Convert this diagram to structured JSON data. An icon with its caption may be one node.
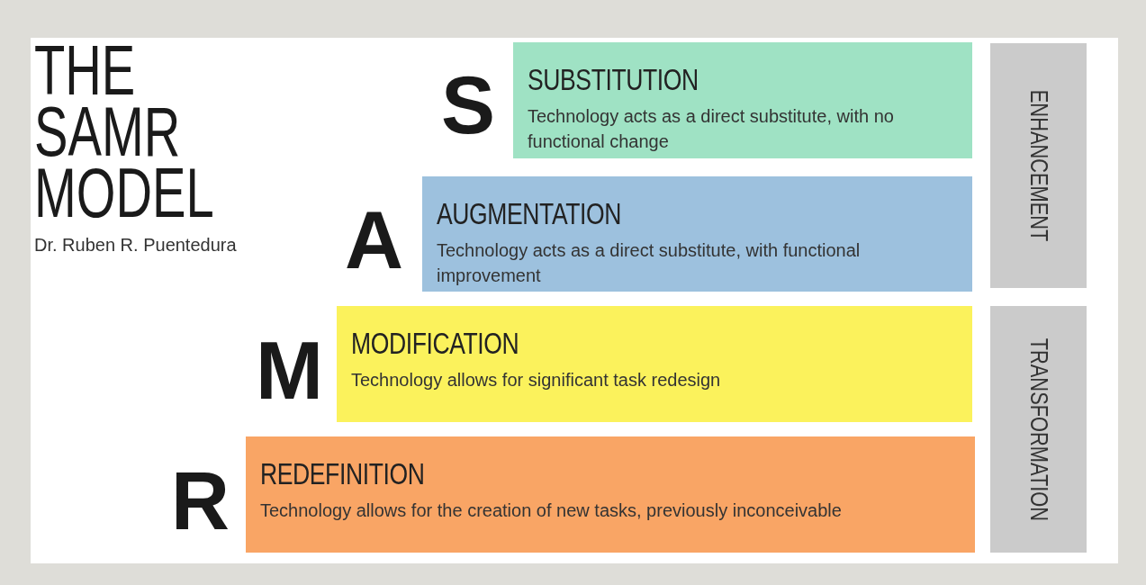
{
  "diagram": {
    "title": "THE SAMR MODEL",
    "nodes": [
      {
        "text": [
          "SUBSTITUTION",
          "Technology acts as a direct substitute, with no functional change"
        ],
        "beside": [
          "S"
        ]
      },
      {
        "text": [
          "AUGMENTATION",
          "Technology acts as a direct substitute, with functional improvement"
        ],
        "beside": [
          "A"
        ]
      },
      {
        "text": [
          "MODIFICATION",
          "Technology allows for significant task redesign"
        ],
        "beside": [
          "M"
        ]
      },
      {
        "text": [
          "REDEFINITION",
          "Technology allows for the creation of new tasks, previously inconceivable"
        ],
        "beside": [
          "R"
        ]
      },
      {
        "text": [
          "ENHANCEMENT"
        ]
      },
      {
        "text": [
          "TRANSFORMATION"
        ]
      }
    ],
    "labels": [
      "Dr. Ruben R. Puentedura"
    ]
  }
}
